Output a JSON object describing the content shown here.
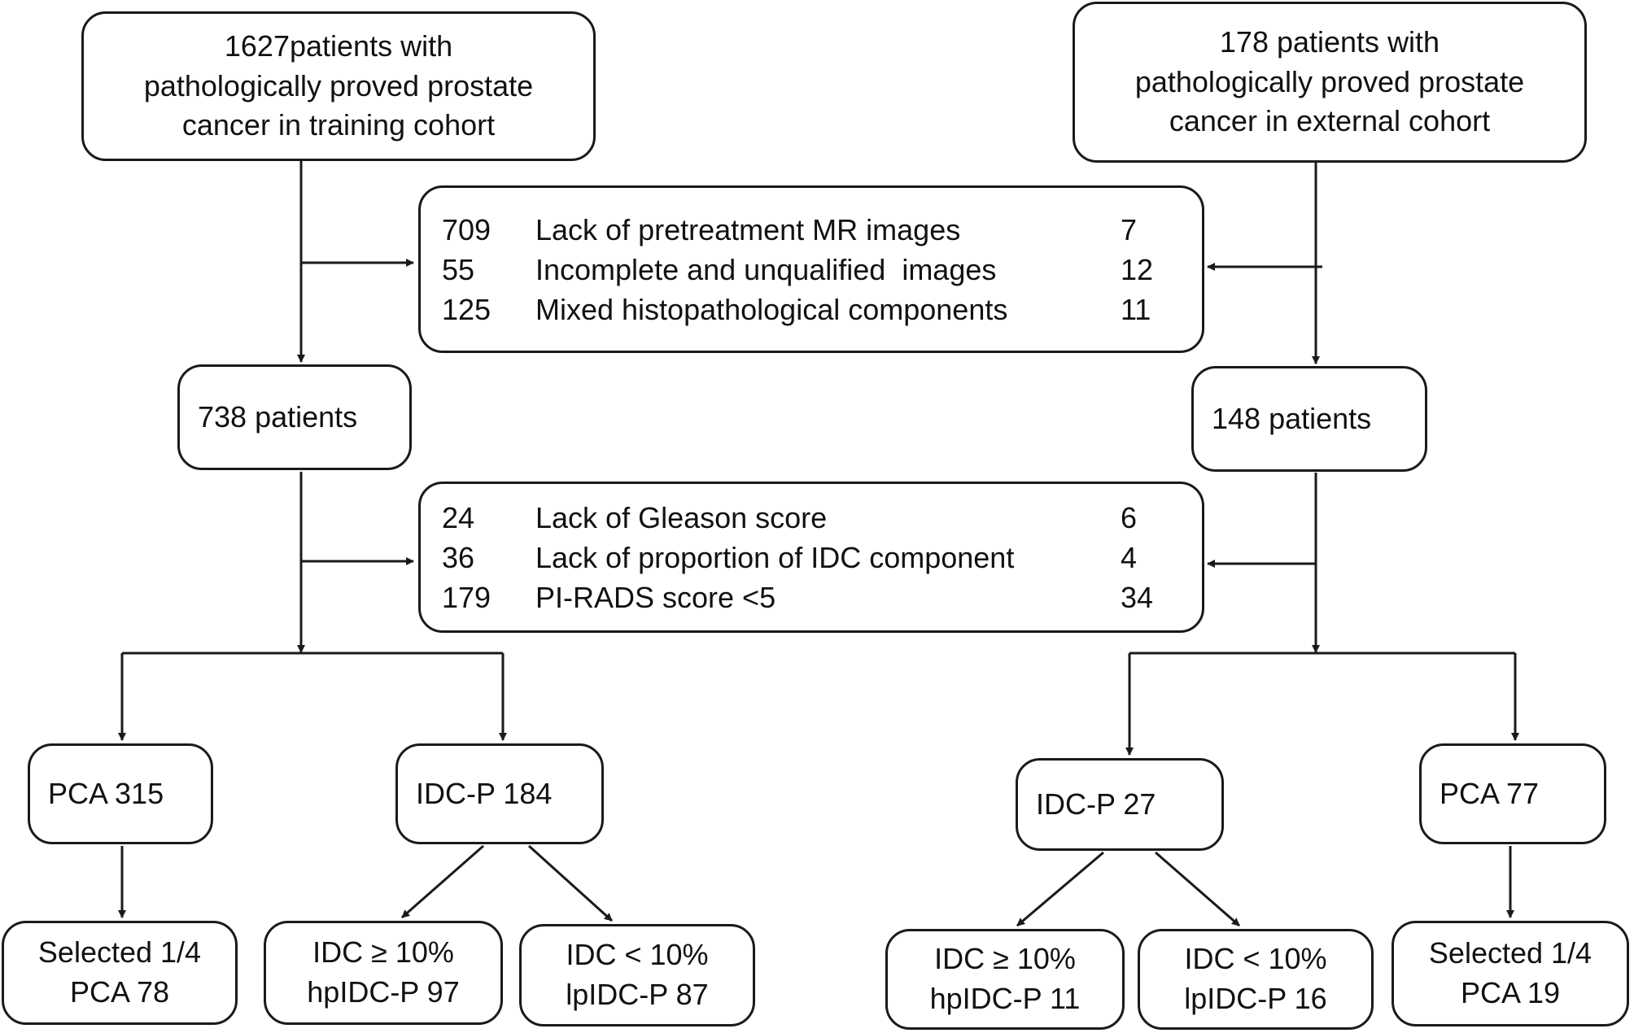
{
  "training": {
    "start_lines": [
      "1627patients with",
      "pathologically proved prostate",
      "cancer in training cohort"
    ],
    "patients": "738 patients",
    "group_a": "PCA 315",
    "group_b": "IDC-P 184",
    "leaf_a": [
      "Selected 1/4",
      "PCA 78"
    ],
    "leaf_b": [
      "IDC ≥ 10%",
      "hpIDC-P 97"
    ],
    "leaf_c": [
      "IDC < 10%",
      "lpIDC-P 87"
    ]
  },
  "external": {
    "start_lines": [
      "178 patients with",
      "pathologically proved prostate",
      "cancer in external cohort"
    ],
    "patients": "148 patients",
    "group_a": "IDC-P 27",
    "group_b": "PCA 77",
    "leaf_a": [
      "IDC ≥ 10%",
      "hpIDC-P 11"
    ],
    "leaf_b": [
      "IDC < 10%",
      "lpIDC-P 16"
    ],
    "leaf_c": [
      "Selected 1/4",
      "PCA 19"
    ]
  },
  "exclusion1": [
    {
      "training": "709",
      "reason": "Lack of pretreatment MR images",
      "external": "7"
    },
    {
      "training": "55",
      "reason": "Incomplete and unqualified  images",
      "external": "12"
    },
    {
      "training": "125",
      "reason": "Mixed histopathological components",
      "external": "11"
    }
  ],
  "exclusion2": [
    {
      "training": "24",
      "reason": "Lack of Gleason score",
      "external": "6"
    },
    {
      "training": "36",
      "reason": "Lack of proportion of IDC component",
      "external": "4"
    },
    {
      "training": "179",
      "reason": "PI-RADS score <5",
      "external": "34"
    }
  ]
}
